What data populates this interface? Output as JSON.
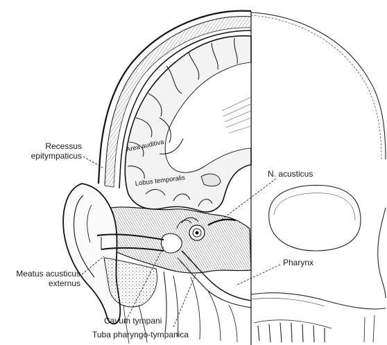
{
  "figure": {
    "labels": {
      "recessus_line1": "Recessus",
      "recessus_line2": "epitympaticus",
      "meatus_line1": "Meatus acusticus",
      "meatus_line2": "externus",
      "cavum": "Cavum tympani",
      "tuba": "Tuba pharyngo-tympanica",
      "n_acusticus": "N. acusticus",
      "pharynx": "Pharynx",
      "area_auditiva": "Area auditiva",
      "lobus_temporalis": "Lobus temporalis"
    },
    "colors": {
      "ink": "#1a1a1a",
      "paper": "#ffffff",
      "shade": "#cfcfcf"
    }
  }
}
